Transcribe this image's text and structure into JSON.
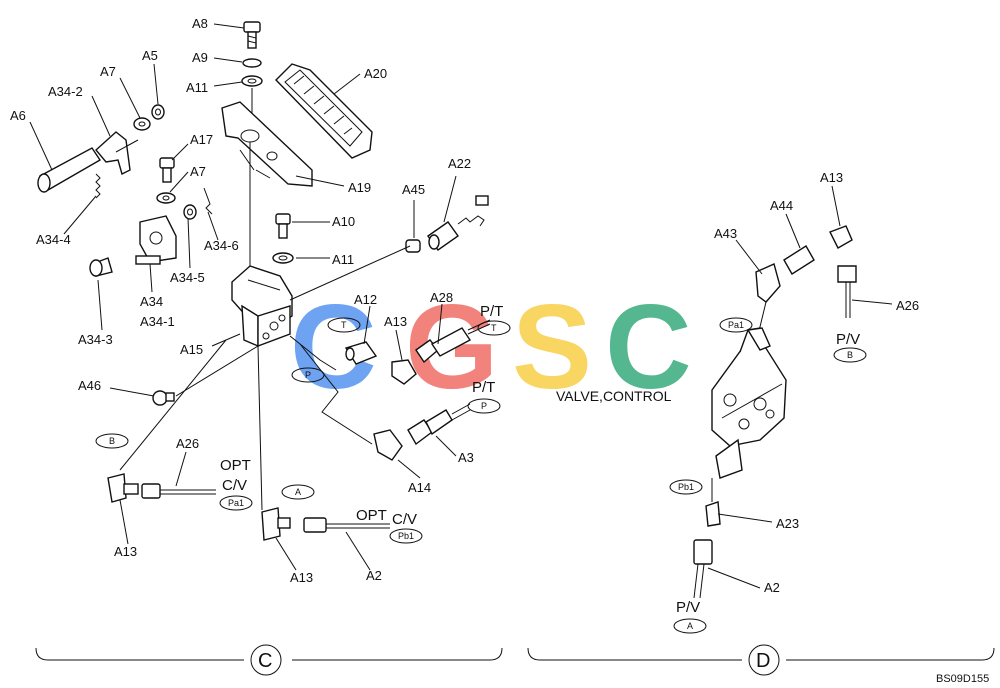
{
  "watermark": {
    "letters": [
      "C",
      "G",
      "S",
      "C"
    ],
    "colors": [
      "#4f8ff0",
      "#f06860",
      "#f8cc40",
      "#30a878"
    ]
  },
  "valve_label": "VALVE,CONTROL",
  "drawing_code": "BS09D155",
  "sections": {
    "left": "C",
    "right": "D"
  },
  "part_labels": {
    "a8": "A8",
    "a9": "A9",
    "a11_top": "A11",
    "a20": "A20",
    "a5": "A5",
    "a7_top": "A7",
    "a34_2": "A34-2",
    "a6": "A6",
    "a17": "A17",
    "a7_mid": "A7",
    "a19": "A19",
    "a34_4": "A34-4",
    "a34_6": "A34-6",
    "a10": "A10",
    "a11_mid": "A11",
    "a45": "A45",
    "a22": "A22",
    "a34_5": "A34-5",
    "a34": "A34",
    "a34_1": "A34-1",
    "a34_3": "A34-3",
    "a12": "A12",
    "a28": "A28",
    "a13_mid": "A13",
    "a15": "A15",
    "a46": "A46",
    "a26_left": "A26",
    "a14": "A14",
    "a3": "A3",
    "a13_left": "A13",
    "a13_bottom": "A13",
    "a2_left": "A2",
    "a13_right": "A13",
    "a44": "A44",
    "a43": "A43",
    "a26_right": "A26",
    "a23": "A23",
    "a2_right": "A2"
  },
  "port_labels": {
    "p_t_1": "P/T",
    "p_t_2": "P/T",
    "opt_1": "OPT",
    "c_v_1": "C/V",
    "opt_2": "OPT",
    "c_v_2": "C/V",
    "p_v_1": "P/V",
    "p_v_2": "P/V"
  },
  "pill_labels": {
    "t_left": "T",
    "p_left": "P",
    "t_right": "T",
    "p_right": "P",
    "b_left": "B",
    "a_left": "A",
    "pa1_left": "Pa1",
    "pb1_left": "Pb1",
    "pa1_right": "Pa1",
    "b_right": "B",
    "pb1_right": "Pb1",
    "a_right": "A"
  }
}
